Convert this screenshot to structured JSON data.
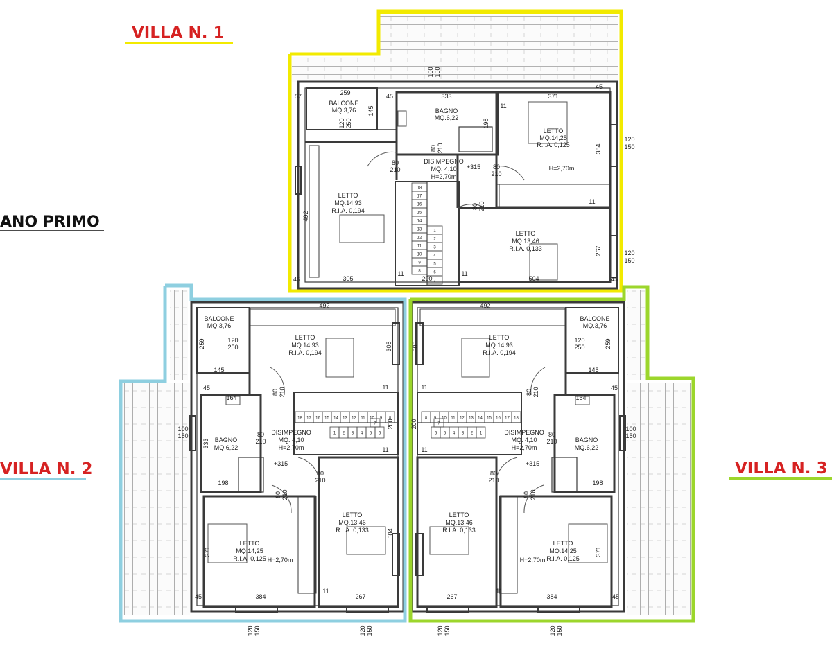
{
  "labels": {
    "villa1": "VILLA N. 1",
    "villa2": "VILLA N. 2",
    "villa3": "VILLA N. 3",
    "floor": "ANO PRIMO"
  },
  "colors": {
    "villa1": "#f2ea00",
    "villa2": "#8ecfe0",
    "villa3": "#9cd62c",
    "wall": "#3a3a3a",
    "heading_text": "#d62222"
  },
  "villa1": {
    "balcone": "BALCONE",
    "balcone_area": "MQ.3,76",
    "balcone_w": "259",
    "balcone_h": "145",
    "bagno": "BAGNO",
    "bagno_area": "MQ.6,22",
    "bagno_w": "333",
    "bagno_h": "198",
    "letto_a": "LETTO",
    "letto_a_area": "MQ.14,25",
    "letto_a_ria": "R.I.A. 0,125",
    "letto_a_w": "371",
    "letto_a_h": "384",
    "height": "H=2,70m",
    "disimpegno": "DISIMPEGNO",
    "disimpegno_area": "MQ. 4,10",
    "disimpegno_h": "H=2,70m",
    "level": "+315",
    "letto_b": "LETTO",
    "letto_b_area": "MQ.14,93",
    "letto_b_ria": "R.I.A. 0,194",
    "letto_b_w": "305",
    "letto_b_h": "492",
    "letto_c": "LETTO",
    "letto_c_area": "MQ.13,46",
    "letto_c_ria": "R.I.A. 0,133",
    "letto_c_w": "504",
    "letto_c_h": "267",
    "door_a": "80",
    "door_a_h": "210",
    "win_w": "120",
    "win_h": "150",
    "roof_w": "100",
    "roof_h": "150",
    "dim_45": "45",
    "dim_57": "57",
    "dim_11": "11",
    "dim_200": "200",
    "balcone_win": "120",
    "balcone_win_h": "250"
  },
  "villa2": {
    "balcone": "BALCONE",
    "balcone_area": "MQ.3,76",
    "balcone_w": "145",
    "balcone_h": "259",
    "letto_b": "LETTO",
    "letto_b_area": "MQ.14,93",
    "letto_b_ria": "R.I.A. 0,194",
    "letto_b_w": "492",
    "letto_b_h": "305",
    "bagno": "BAGNO",
    "bagno_area": "MQ.6,22",
    "bagno_w": "198",
    "bagno_h": "333",
    "disimpegno": "DISIMPEGNO",
    "disimpegno_area": "MQ. 4,10",
    "disimpegno_h": "H=2,70m",
    "level": "+315",
    "letto_a": "LETTO",
    "letto_a_area": "MQ.14,25",
    "letto_a_ria": "R.I.A. 0,125",
    "letto_a_w": "384",
    "letto_a_h": "371",
    "height": "H=2,70m",
    "letto_c": "LETTO",
    "letto_c_area": "MQ.13,46",
    "letto_c_ria": "R.I.A. 0,133",
    "letto_c_w": "267",
    "letto_c_h": "504",
    "door_a": "80",
    "door_a_h": "210",
    "win_w": "120",
    "win_h": "150",
    "roof_w": "100",
    "roof_h": "150",
    "dim_45": "45",
    "dim_11": "11",
    "dim_200": "200",
    "dim_164": "164",
    "balcone_win": "120",
    "balcone_win_h": "250"
  },
  "villa3": {
    "balcone": "BALCONE",
    "balcone_area": "MQ.3,76",
    "balcone_w": "145",
    "balcone_h": "259",
    "letto_b": "LETTO",
    "letto_b_area": "MQ.14,93",
    "letto_b_ria": "R.I.A. 0,194",
    "letto_b_w": "492",
    "letto_b_h": "305",
    "bagno": "BAGNO",
    "bagno_area": "MQ.6,22",
    "bagno_w": "198",
    "disimpegno": "DISIMPEGNO",
    "disimpegno_area": "MQ. 4,10",
    "disimpegno_h": "H=2,70m",
    "level": "+315",
    "letto_a": "LETTO",
    "letto_a_area": "MQ.14,25",
    "letto_a_ria": "R.I.A. 0,125",
    "letto_a_w": "384",
    "letto_a_h": "371",
    "height": "H=2,70m",
    "letto_c": "LETTO",
    "letto_c_area": "MQ.13,46",
    "letto_c_ria": "R.I.A. 0,133",
    "letto_c_w": "267",
    "door_a": "80",
    "door_a_h": "210",
    "win_w": "120",
    "win_h": "150",
    "roof_w": "100",
    "roof_h": "150",
    "dim_45": "45",
    "dim_11": "11",
    "dim_200": "200",
    "dim_164": "164",
    "balcone_win": "120",
    "balcone_win_h": "250"
  },
  "stairs": {
    "v1_left": [
      "18",
      "17",
      "16",
      "15",
      "14",
      "13",
      "12",
      "11",
      "10",
      "9",
      "8"
    ],
    "v1_right": [
      "1",
      "2",
      "3",
      "4",
      "5",
      "6",
      "7"
    ],
    "v2_top": [
      "18",
      "17",
      "16",
      "15",
      "14",
      "13",
      "12",
      "11",
      "10",
      "9",
      "8"
    ],
    "v2_bottom": [
      "1",
      "2",
      "3",
      "4",
      "5",
      "6"
    ],
    "v2_extra": "7",
    "v3_top": [
      "8",
      "9",
      "10",
      "11",
      "12",
      "13",
      "14",
      "15",
      "16",
      "17",
      "18"
    ],
    "v3_bottom": [
      "6",
      "5",
      "4",
      "3",
      "2",
      "1"
    ],
    "v3_extra": "7"
  }
}
